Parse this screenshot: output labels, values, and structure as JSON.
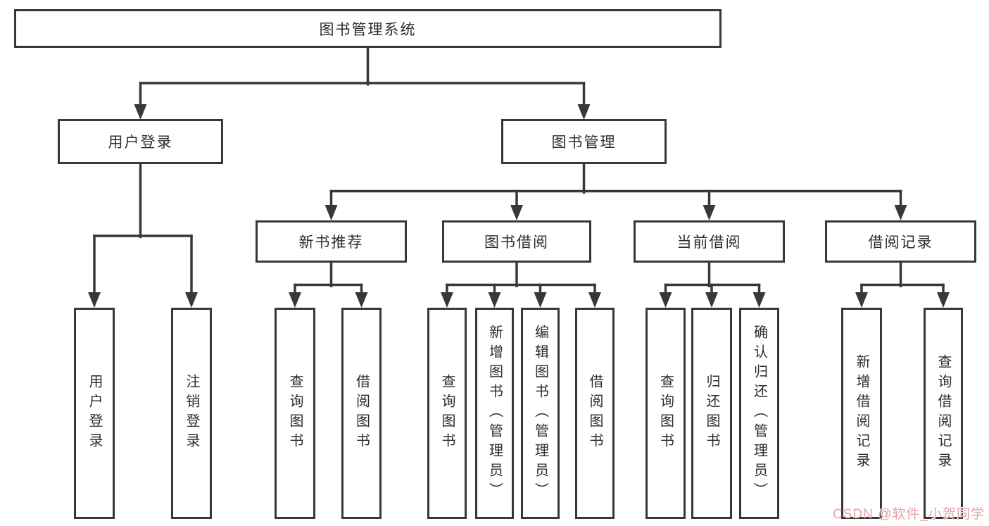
{
  "nodes": {
    "root": "图书管理系统",
    "level2": [
      "用户登录",
      "图书管理"
    ],
    "level3": [
      "新书推荐",
      "图书借阅",
      "当前借阅",
      "借阅记录"
    ],
    "level4": {
      "under_user_login": [
        "用户登录",
        "注销登录"
      ],
      "under_new_book": [
        "查询图书",
        "借阅图书"
      ],
      "under_book_borrow": [
        "查询图书",
        "新增图书（管理员）",
        "编辑图书（管理员）",
        "借阅图书"
      ],
      "under_current_borrow": [
        "查询图书",
        "归还图书",
        "确认归还（管理员）"
      ],
      "under_borrow_records": [
        "新增借阅记录",
        "查询借阅记录"
      ]
    }
  },
  "watermark": {
    "text": "CSDN @软件_小贺同学",
    "color": "#e2a4ad"
  },
  "colors": {
    "line": "#383838",
    "box_border": "#383838",
    "text": "#2d2d2d",
    "background": "#ffffff"
  }
}
